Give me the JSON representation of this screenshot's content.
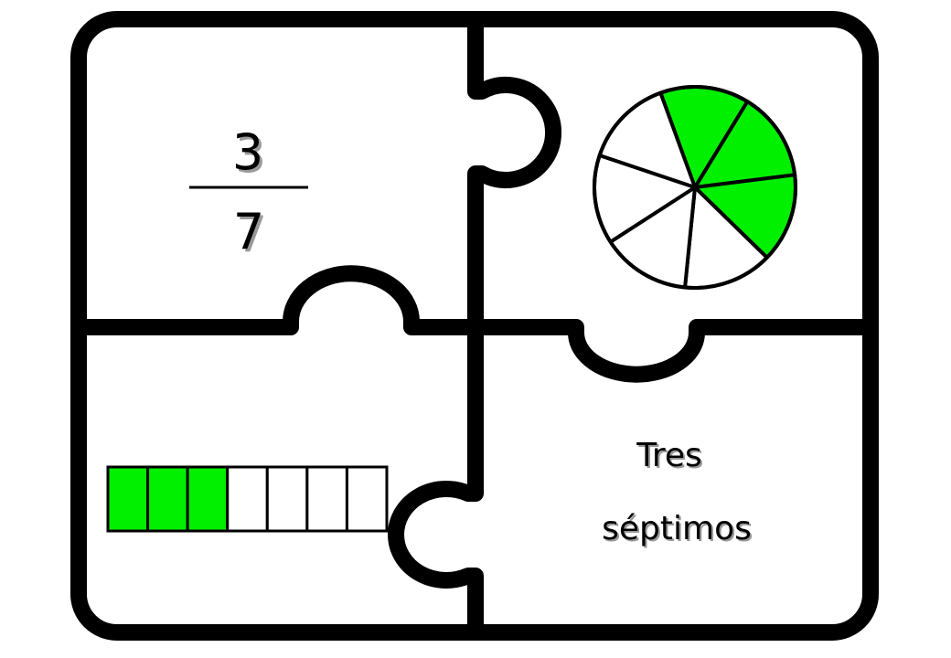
{
  "fraction": {
    "numerator": "3",
    "denominator": "7"
  },
  "words": {
    "line1": "Tres",
    "line2": "séptimos"
  },
  "pie": {
    "total_parts": 7,
    "shaded_parts": 3,
    "start_angle_deg": -20
  },
  "bar": {
    "total_parts": 7,
    "shaded_parts": 3
  },
  "colors": {
    "shaded": "#00f000",
    "unshaded": "#ffffff",
    "line": "#000000"
  }
}
